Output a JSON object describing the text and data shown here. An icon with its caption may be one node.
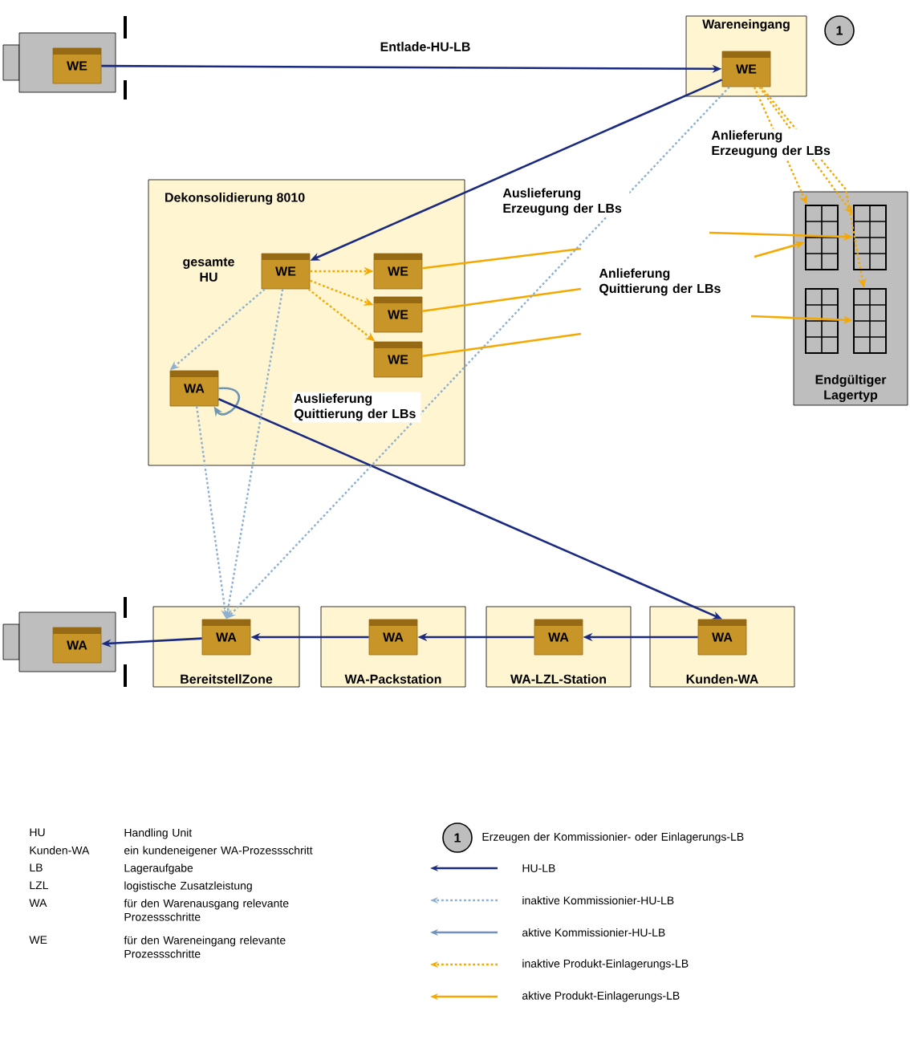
{
  "diagram": {
    "nodes": [
      {
        "text": [],
        "shape": "box"
      },
      {
        "text": [
          "WE"
        ],
        "in": 0
      },
      {
        "text": [
          "Wareneingang"
        ]
      },
      {
        "text": [
          "1"
        ]
      },
      {
        "text": [
          "WE"
        ],
        "in": 2
      },
      {
        "text": [
          "Dekonsolidierung 8010"
        ]
      },
      {
        "text": [
          "WE"
        ],
        "in": 5,
        "beside": [
          "gesamte HU"
        ]
      },
      {
        "text": [
          "WE"
        ],
        "in": 5
      },
      {
        "text": [
          "WE"
        ],
        "in": 5
      },
      {
        "text": [
          "WE"
        ],
        "in": 5
      },
      {
        "text": [
          "WA"
        ],
        "in": 5
      },
      {
        "text": [
          "Endgültiger Lagertyp"
        ]
      },
      {
        "text": [],
        "shape": "box",
        "in": 11
      },
      {
        "text": [],
        "shape": "box",
        "in": 11
      },
      {
        "text": [],
        "shape": "box",
        "in": 11
      },
      {
        "text": [],
        "shape": "box",
        "in": 11
      },
      {
        "text": [],
        "shape": "box"
      },
      {
        "text": [
          "WA"
        ],
        "in": 16
      },
      {
        "text": [
          "BereitstellZone"
        ]
      },
      {
        "text": [
          "WA"
        ],
        "in": 18
      },
      {
        "text": [
          "WA-Packstation"
        ]
      },
      {
        "text": [
          "WA"
        ],
        "in": 20
      },
      {
        "text": [
          "WA-LZL-Station"
        ]
      },
      {
        "text": [
          "WA"
        ],
        "in": 22
      },
      {
        "text": [
          "Kunden-WA"
        ]
      },
      {
        "text": [
          "WA"
        ],
        "in": 24
      },
      {
        "text": [
          "1"
        ],
        "beside": [
          "Erzeugen der Kommissionier- oder Einlagerungs-LB"
        ]
      }
    ],
    "edges": [
      {
        "from": 1,
        "to": 4,
        "arrow": "to",
        "label": "Entlade-HU-LB",
        "color": "#1a2a80"
      },
      {
        "from": 4,
        "to": 6,
        "arrow": "to",
        "color": "#1a2a80"
      },
      {
        "from": 6,
        "to": 7,
        "arrow": "to",
        "style": "dashed",
        "color": "#f5a800"
      },
      {
        "from": 6,
        "to": 8,
        "arrow": "to",
        "style": "dashed",
        "color": "#f5a800"
      },
      {
        "from": 6,
        "to": 9,
        "arrow": "to",
        "style": "dashed",
        "color": "#f5a800"
      },
      {
        "from": 7,
        "to": null,
        "arrow": "none",
        "color": "#f5a800"
      },
      {
        "from": 8,
        "to": null,
        "arrow": "none",
        "color": "#f5a800"
      },
      {
        "from": 9,
        "to": null,
        "arrow": "none",
        "color": "#f5a800"
      },
      {
        "from": null,
        "to": 13,
        "arrow": "to",
        "color": "#f5a800"
      },
      {
        "from": null,
        "to": 12,
        "arrow": "to",
        "color": "#f5a800"
      },
      {
        "from": null,
        "to": 15,
        "arrow": "to",
        "color": "#f5a800"
      },
      {
        "from": 4,
        "to": 13,
        "arrow": "to",
        "style": "dashed",
        "color": "#f5a800"
      },
      {
        "from": 4,
        "to": 12,
        "arrow": "to",
        "style": "dashed",
        "color": "#f5a800"
      },
      {
        "from": 4,
        "to": 15,
        "arrow": "to",
        "style": "dashed",
        "color": "#f5a800"
      },
      {
        "from": 6,
        "to": 10,
        "arrow": "to",
        "style": "dashed",
        "color": "#8fb0d0"
      },
      {
        "from": 10,
        "to": 10,
        "arrow": "to",
        "color": "#6f96b0"
      },
      {
        "from": 10,
        "to": 25,
        "arrow": "to",
        "color": "#1a2a80"
      },
      {
        "from": 6,
        "to": 19,
        "arrow": "to",
        "style": "dashed",
        "color": "#8fb0d0"
      },
      {
        "from": 10,
        "to": 19,
        "arrow": "to",
        "style": "dashed",
        "color": "#8fb0d0"
      },
      {
        "from": 4,
        "to": 19,
        "arrow": "to",
        "style": "dashed",
        "color": "#8fb0d0"
      },
      {
        "from": 19,
        "to": 17,
        "arrow": "to",
        "color": "#1a2a80"
      },
      {
        "from": 21,
        "to": 19,
        "arrow": "to",
        "color": "#1a2a80"
      },
      {
        "from": 23,
        "to": 21,
        "arrow": "to",
        "color": "#1a2a80"
      },
      {
        "from": 25,
        "to": 23,
        "arrow": "to",
        "color": "#1a2a80"
      }
    ],
    "labels": [
      "Auslieferung Erzeugung der LBs",
      "Anlieferung Erzeugung der LBs",
      "Anlieferung Quittierung der LBs",
      "Auslieferung Quittierung der LBs",
      "HU",
      "Handling Unit",
      "Kunden-WA",
      "ein kundeneigener WA-Prozessschritt",
      "LB",
      "Lageraufgabe",
      "LZL",
      "logistische Zusatzleistung",
      "WA",
      "für den Warenausgang relevante Prozessschritte",
      "WE",
      "für den Wareneingang relevante Prozessschritte"
    ],
    "legend": [
      {
        "text": "HU-LB"
      },
      {
        "text": "inaktive Kommissionier-HU-LB"
      },
      {
        "text": "aktive Kommissionier-HU-LB"
      },
      {
        "text": "inaktive Produkt-Einlagerungs-LB"
      },
      {
        "text": "aktive Produkt-Einlagerungs-LB"
      }
    ]
  }
}
